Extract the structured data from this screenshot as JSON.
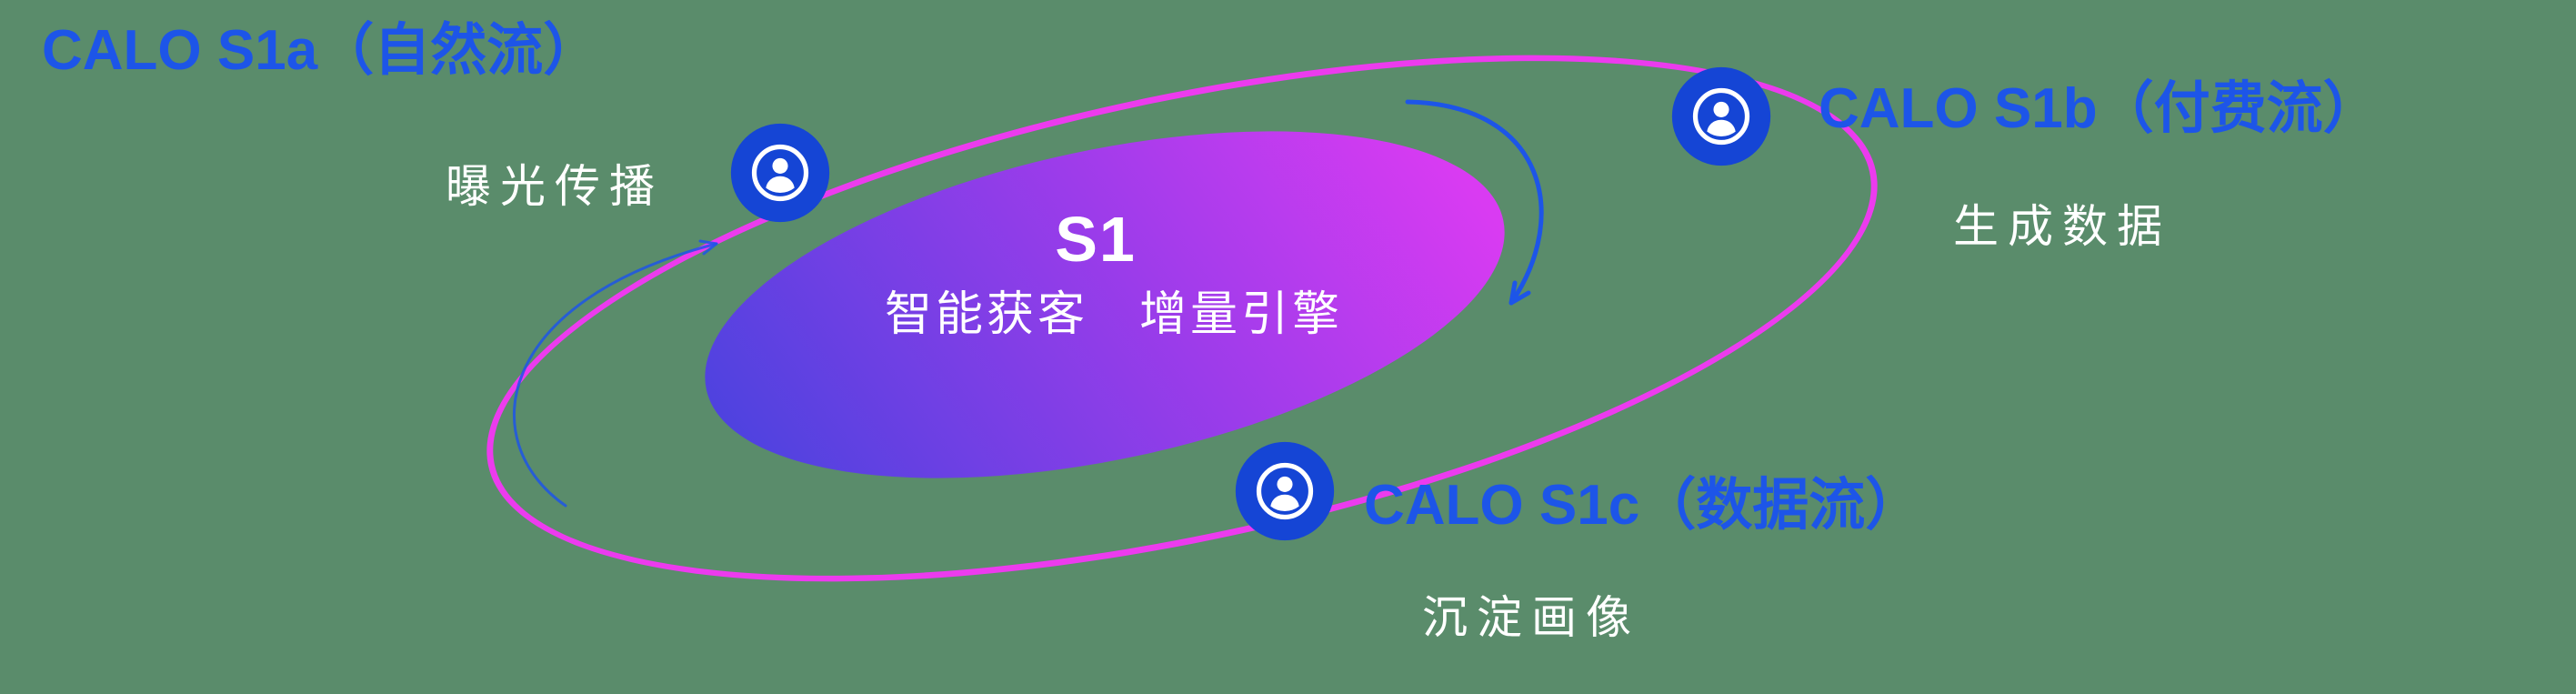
{
  "colors": {
    "bg": "#5a8c6b",
    "orbit-pink": "#ec3bee",
    "node-blue": "#1545d5",
    "label-blue": "#1d55e8",
    "arrow-blue": "#1d55e8",
    "grad-start": "#4743de",
    "grad-mid": "#9c3cea",
    "grad-end": "#d93bf2",
    "text-white": "#ffffff"
  },
  "core": {
    "title": "S1",
    "subtitle": "智能获客　增量引擎"
  },
  "satellites": [
    {
      "id": "s1a",
      "title": "CALO S1a（自然流）",
      "subtitle": "曝光传播",
      "icon": "user-icon"
    },
    {
      "id": "s1b",
      "title": "CALO S1b（付费流）",
      "subtitle": "生成数据",
      "icon": "user-icon"
    },
    {
      "id": "s1c",
      "title": "CALO S1c（数据流）",
      "subtitle": "沉淀画像",
      "icon": "user-icon"
    }
  ],
  "arrows": [
    {
      "id": "right-down",
      "meaning": "flow from S1b toward core"
    },
    {
      "id": "left-up",
      "meaning": "flow from lower orbit toward S1a"
    }
  ]
}
